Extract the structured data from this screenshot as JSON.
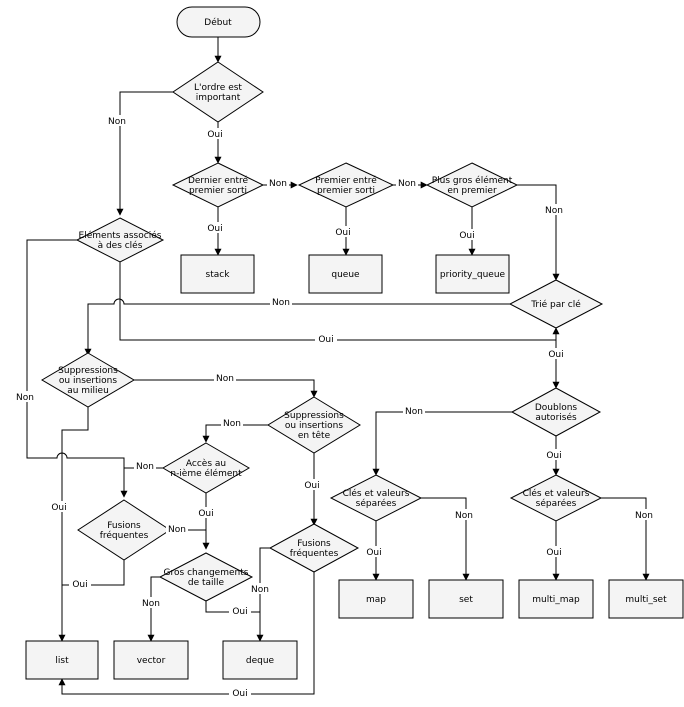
{
  "start": "Début",
  "decisions": {
    "ordre": [
      "L'ordre est",
      "important"
    ],
    "dernier": [
      "Dernier entré",
      "premier sorti"
    ],
    "premier": [
      "Premier entré",
      "premier sorti"
    ],
    "gros": [
      "Plus gros élément",
      "en premier"
    ],
    "assoc": [
      "Eléments associés",
      "à des clés"
    ],
    "trie": [
      "Trié par clé"
    ],
    "supmil": [
      "Suppressions",
      "ou insertions",
      "au milieu"
    ],
    "suptete": [
      "Suppressions",
      "ou insertions",
      "en tête"
    ],
    "doublons": [
      "Doublons",
      "autorisés"
    ],
    "acces": [
      "Accès au",
      "n-ième élément"
    ],
    "cles1": [
      "Clés et valeurs",
      "séparées"
    ],
    "cles2": [
      "Clés et valeurs",
      "séparées"
    ],
    "fusions1": [
      "Fusions",
      "fréquentes"
    ],
    "fusions2": [
      "Fusions",
      "fréquentes"
    ],
    "grosch": [
      "Gros changements",
      "de taille"
    ]
  },
  "results": {
    "stack": "stack",
    "queue": "queue",
    "priority_queue": "priority_queue",
    "map": "map",
    "set": "set",
    "multi_map": "multi_map",
    "multi_set": "multi_set",
    "list": "list",
    "vector": "vector",
    "deque": "deque"
  },
  "edge_labels": {
    "yes": "Oui",
    "no": "Non"
  }
}
